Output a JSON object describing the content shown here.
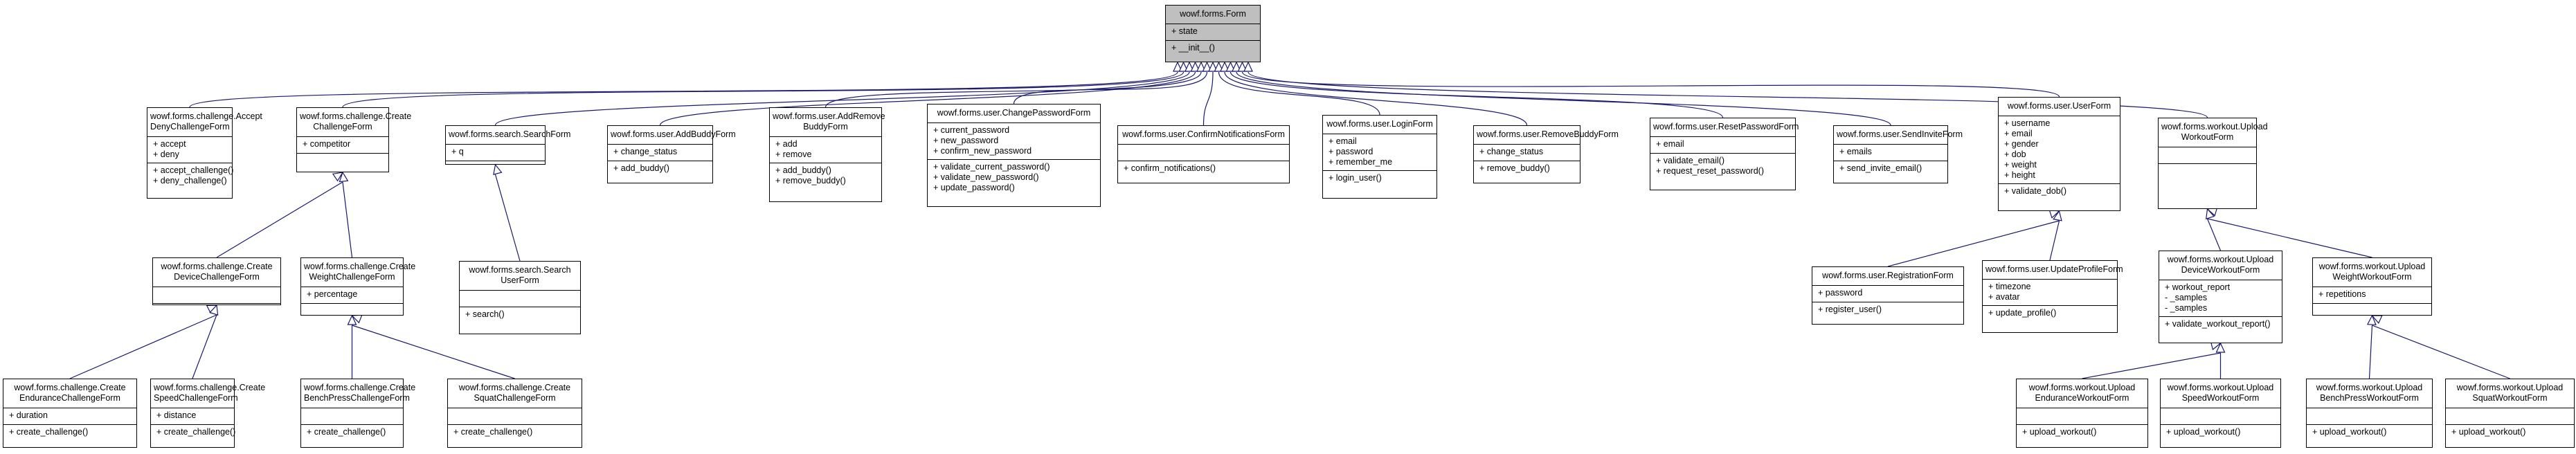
{
  "classes": [
    {
      "id": "form",
      "title": [
        "wowf.forms.Form"
      ],
      "attrs": [
        "+ state"
      ],
      "methods": [
        "+ __init__()"
      ]
    },
    {
      "id": "accept_deny",
      "title": [
        "wowf.forms.challenge.Accept",
        "DenyChallengeForm"
      ],
      "attrs": [
        "+ accept",
        "+ deny"
      ],
      "methods": [
        "+ accept_challenge()",
        "+ deny_challenge()"
      ]
    },
    {
      "id": "create_challenge",
      "title": [
        "wowf.forms.challenge.Create",
        "ChallengeForm"
      ],
      "attrs": [
        "+ competitor"
      ],
      "methods": []
    },
    {
      "id": "search",
      "title": [
        "wowf.forms.search.SearchForm"
      ],
      "attrs": [
        "+ q"
      ],
      "methods": []
    },
    {
      "id": "add_buddy",
      "title": [
        "wowf.forms.user.AddBuddyForm"
      ],
      "attrs": [
        "+ change_status"
      ],
      "methods": [
        "+ add_buddy()"
      ]
    },
    {
      "id": "add_remove_buddy",
      "title": [
        "wowf.forms.user.AddRemove",
        "BuddyForm"
      ],
      "attrs": [
        "+ add",
        "+ remove"
      ],
      "methods": [
        "+ add_buddy()",
        "+ remove_buddy()"
      ]
    },
    {
      "id": "change_password",
      "title": [
        "wowf.forms.user.ChangePasswordForm"
      ],
      "attrs": [
        "+ current_password",
        "+ new_password",
        "+ confirm_new_password"
      ],
      "methods": [
        "+ validate_current_password()",
        "+ validate_new_password()",
        "+ update_password()"
      ]
    },
    {
      "id": "confirm_notifications",
      "title": [
        "wowf.forms.user.ConfirmNotificationsForm"
      ],
      "attrs": [],
      "methods": [
        "+ confirm_notifications()"
      ]
    },
    {
      "id": "login",
      "title": [
        "wowf.forms.user.LoginForm"
      ],
      "attrs": [
        "+ email",
        "+ password",
        "+ remember_me"
      ],
      "methods": [
        "+ login_user()"
      ]
    },
    {
      "id": "remove_buddy",
      "title": [
        "wowf.forms.user.RemoveBuddyForm"
      ],
      "attrs": [
        "+ change_status"
      ],
      "methods": [
        "+ remove_buddy()"
      ]
    },
    {
      "id": "reset_password",
      "title": [
        "wowf.forms.user.ResetPasswordForm"
      ],
      "attrs": [
        "+ email"
      ],
      "methods": [
        "+ validate_email()",
        "+ request_reset_password()"
      ]
    },
    {
      "id": "send_invite",
      "title": [
        "wowf.forms.user.SendInviteForm"
      ],
      "attrs": [
        "+ emails"
      ],
      "methods": [
        "+ send_invite_email()"
      ]
    },
    {
      "id": "user",
      "title": [
        "wowf.forms.user.UserForm"
      ],
      "attrs": [
        "+ username",
        "+ email",
        "+ gender",
        "+ dob",
        "+ weight",
        "+ height"
      ],
      "methods": [
        "+ validate_dob()"
      ]
    },
    {
      "id": "upload_workout",
      "title": [
        "wowf.forms.workout.Upload",
        "WorkoutForm"
      ],
      "attrs": [],
      "methods": []
    },
    {
      "id": "create_device",
      "title": [
        "wowf.forms.challenge.Create",
        "DeviceChallengeForm"
      ],
      "attrs": [],
      "methods": []
    },
    {
      "id": "create_weight",
      "title": [
        "wowf.forms.challenge.Create",
        "WeightChallengeForm"
      ],
      "attrs": [
        "+ percentage"
      ],
      "methods": []
    },
    {
      "id": "search_user",
      "title": [
        "wowf.forms.search.Search",
        "UserForm"
      ],
      "attrs": [],
      "methods": [
        "+ search()"
      ]
    },
    {
      "id": "registration",
      "title": [
        "wowf.forms.user.RegistrationForm"
      ],
      "attrs": [
        "+ password"
      ],
      "methods": [
        "+ register_user()"
      ]
    },
    {
      "id": "update_profile",
      "title": [
        "wowf.forms.user.UpdateProfileForm"
      ],
      "attrs": [
        "+ timezone",
        "+ avatar"
      ],
      "methods": [
        "+ update_profile()"
      ]
    },
    {
      "id": "upload_device",
      "title": [
        "wowf.forms.workout.Upload",
        "DeviceWorkoutForm"
      ],
      "attrs": [
        "+ workout_report",
        "- _samples",
        "- _samples"
      ],
      "methods": [
        "+ validate_workout_report()"
      ]
    },
    {
      "id": "upload_weight",
      "title": [
        "wowf.forms.workout.Upload",
        "WeightWorkoutForm"
      ],
      "attrs": [
        "+ repetitions"
      ],
      "methods": []
    },
    {
      "id": "create_endurance",
      "title": [
        "wowf.forms.challenge.Create",
        "EnduranceChallengeForm"
      ],
      "attrs": [
        "+ duration"
      ],
      "methods": [
        "+ create_challenge()"
      ]
    },
    {
      "id": "create_speed",
      "title": [
        "wowf.forms.challenge.Create",
        "SpeedChallengeForm"
      ],
      "attrs": [
        "+ distance"
      ],
      "methods": [
        "+ create_challenge()"
      ]
    },
    {
      "id": "create_bench",
      "title": [
        "wowf.forms.challenge.Create",
        "BenchPressChallengeForm"
      ],
      "attrs": [],
      "methods": [
        "+ create_challenge()"
      ]
    },
    {
      "id": "create_squat",
      "title": [
        "wowf.forms.challenge.Create",
        "SquatChallengeForm"
      ],
      "attrs": [],
      "methods": [
        "+ create_challenge()"
      ]
    },
    {
      "id": "upload_endurance",
      "title": [
        "wowf.forms.workout.Upload",
        "EnduranceWorkoutForm"
      ],
      "attrs": [],
      "methods": [
        "+ upload_workout()"
      ]
    },
    {
      "id": "upload_speed",
      "title": [
        "wowf.forms.workout.Upload",
        "SpeedWorkoutForm"
      ],
      "attrs": [],
      "methods": [
        "+ upload_workout()"
      ]
    },
    {
      "id": "upload_bench",
      "title": [
        "wowf.forms.workout.Upload",
        "BenchPressWorkoutForm"
      ],
      "attrs": [],
      "methods": [
        "+ upload_workout()"
      ]
    },
    {
      "id": "upload_squat",
      "title": [
        "wowf.forms.workout.Upload",
        "SquatWorkoutForm"
      ],
      "attrs": [],
      "methods": [
        "+ upload_workout()"
      ]
    }
  ],
  "inheritance": [
    {
      "child": "accept_deny",
      "parent": "form"
    },
    {
      "child": "create_challenge",
      "parent": "form"
    },
    {
      "child": "search",
      "parent": "form"
    },
    {
      "child": "add_buddy",
      "parent": "form"
    },
    {
      "child": "add_remove_buddy",
      "parent": "form"
    },
    {
      "child": "change_password",
      "parent": "form"
    },
    {
      "child": "confirm_notifications",
      "parent": "form"
    },
    {
      "child": "login",
      "parent": "form"
    },
    {
      "child": "remove_buddy",
      "parent": "form"
    },
    {
      "child": "reset_password",
      "parent": "form"
    },
    {
      "child": "send_invite",
      "parent": "form"
    },
    {
      "child": "user",
      "parent": "form"
    },
    {
      "child": "upload_workout",
      "parent": "form"
    },
    {
      "child": "create_device",
      "parent": "create_challenge"
    },
    {
      "child": "create_weight",
      "parent": "create_challenge"
    },
    {
      "child": "search_user",
      "parent": "search"
    },
    {
      "child": "registration",
      "parent": "user"
    },
    {
      "child": "update_profile",
      "parent": "user"
    },
    {
      "child": "upload_device",
      "parent": "upload_workout"
    },
    {
      "child": "upload_weight",
      "parent": "upload_workout"
    },
    {
      "child": "create_endurance",
      "parent": "create_device"
    },
    {
      "child": "create_speed",
      "parent": "create_device"
    },
    {
      "child": "create_bench",
      "parent": "create_weight"
    },
    {
      "child": "create_squat",
      "parent": "create_weight"
    },
    {
      "child": "upload_endurance",
      "parent": "upload_device"
    },
    {
      "child": "upload_speed",
      "parent": "upload_device"
    },
    {
      "child": "upload_bench",
      "parent": "upload_weight"
    },
    {
      "child": "upload_squat",
      "parent": "upload_weight"
    }
  ],
  "colors": {
    "edge": "#191970",
    "node_fill": "#ffffff",
    "root_fill": "#bfbfbf",
    "border": "#000000"
  }
}
